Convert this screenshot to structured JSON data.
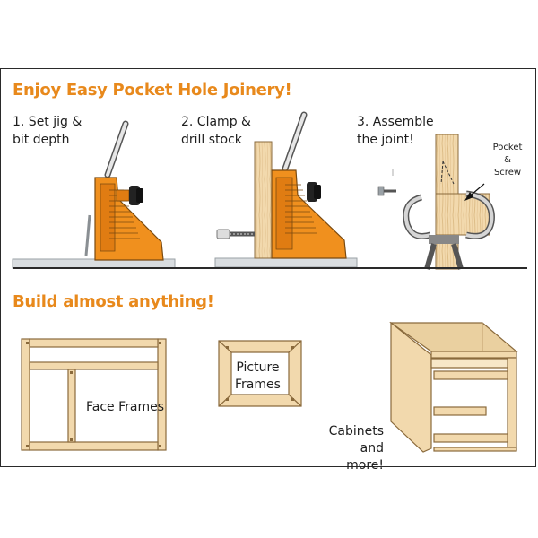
{
  "header": {
    "title": "Enjoy Easy Pocket Hole Joinery!"
  },
  "steps": [
    {
      "label": "1. Set jig &\n bit depth"
    },
    {
      "label": "2. Clamp &\n drill stock"
    },
    {
      "label": "3. Assemble\n the joint!"
    }
  ],
  "callout": {
    "label": "Pocket\n&\nScrew"
  },
  "section2": {
    "title": "Build almost anything!"
  },
  "projects": {
    "face_frames": "Face Frames",
    "picture_frames": "Picture\nFrames",
    "cabinets": "Cabinets\nand more!"
  },
  "colors": {
    "accent": "#e8891c",
    "jig_orange": "#f0901e",
    "wood": "#f2d9ad",
    "wood_edge": "#8a6a3c",
    "rule": "#2a2a2a"
  }
}
